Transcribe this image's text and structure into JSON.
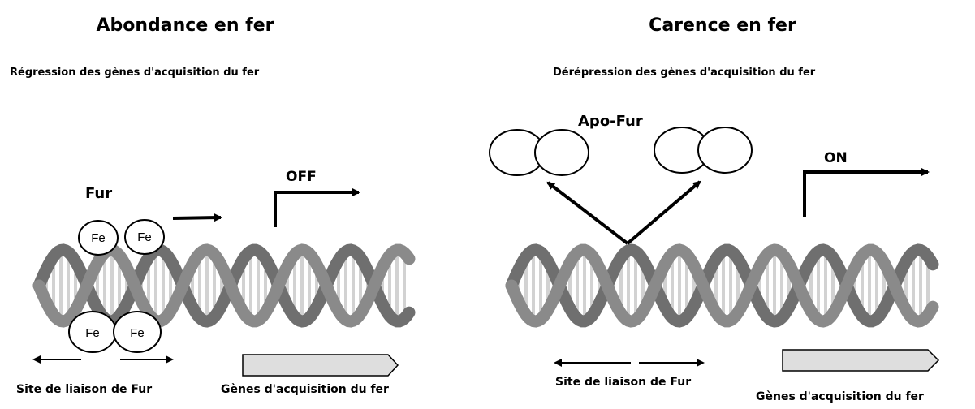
{
  "left": {
    "title": "Abondance en fer",
    "subtitle": "Régression des gènes d'acquisition du fer",
    "protein_label": "Fur",
    "iron_symbol": "Fe",
    "state_label": "OFF",
    "binding_site_label": "Site de liaison de Fur",
    "genes_label": "Gènes d'acquisition du fer"
  },
  "right": {
    "title": "Carence en fer",
    "subtitle": "Dérépression des gènes d'acquisition du fer",
    "protein_label": "Apo-Fur",
    "state_label": "ON",
    "binding_site_label": "Site de liaison de Fur",
    "genes_label": "Gènes d'acquisition du fer"
  },
  "colors": {
    "dna_strand": "#8a8a8a",
    "dna_strand_dark": "#6f6f6f",
    "dna_rung": "#d2d2d2",
    "gene_box_fill": "#dedede",
    "outline": "#000000"
  }
}
